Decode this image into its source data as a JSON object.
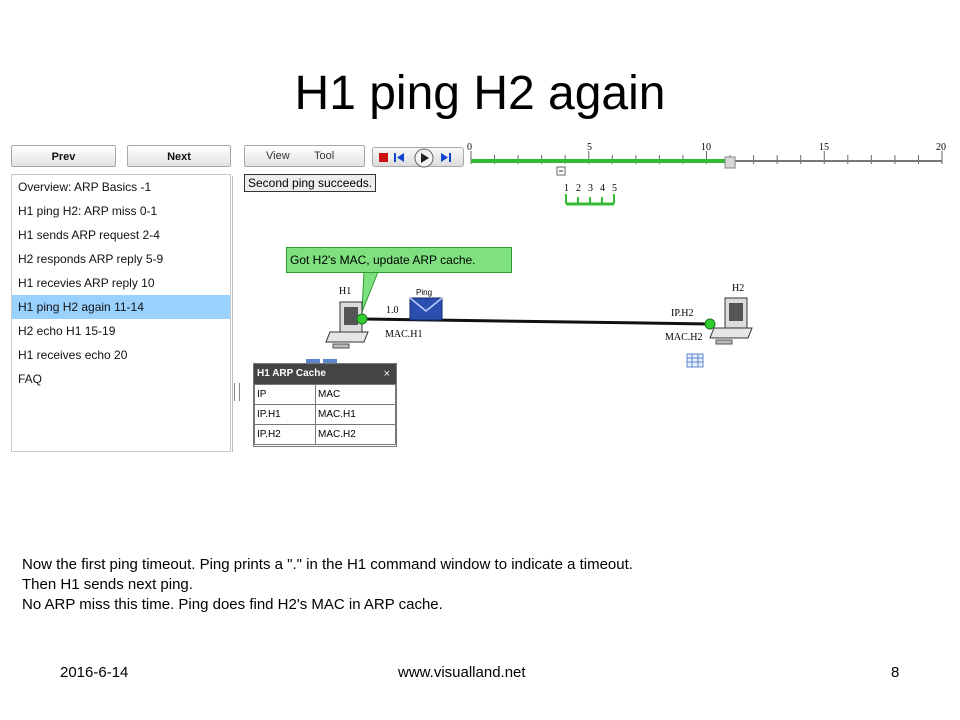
{
  "slide": {
    "title": "H1 ping H2 again",
    "description": [
      "Now the first ping timeout. Ping prints a \".\" in the H1 command window to indicate a timeout.",
      "Then H1 sends next ping.",
      "No ARP miss this time. Ping does find H2's MAC in ARP cache."
    ],
    "footer": {
      "date": "2016-6-14",
      "url": "www.visualland.net",
      "page": "8"
    }
  },
  "app": {
    "nav": {
      "prev": "Prev",
      "next": "Next"
    },
    "tabs": {
      "view": "View",
      "tool": "Tool"
    },
    "steps": [
      {
        "label": "Overview: ARP Basics -1",
        "selected": false
      },
      {
        "label": "H1 ping H2: ARP miss 0-1",
        "selected": false
      },
      {
        "label": "H1 sends ARP request 2-4",
        "selected": false
      },
      {
        "label": "H2 responds ARP reply 5-9",
        "selected": false
      },
      {
        "label": "H1 recevies ARP reply 10",
        "selected": false
      },
      {
        "label": "H1 ping H2 again 11-14",
        "selected": true
      },
      {
        "label": "H2 echo H1 15-19",
        "selected": false
      },
      {
        "label": "H1 receives echo 20",
        "selected": false
      },
      {
        "label": "FAQ",
        "selected": false
      }
    ],
    "timeline": {
      "major_labels": [
        "0",
        "5",
        "10",
        "15",
        "20"
      ],
      "min": 0,
      "max": 20,
      "progress": 11,
      "segment_labels": [
        "1",
        "2",
        "3",
        "4",
        "5"
      ],
      "collapse_symbol": "−"
    },
    "caption": "Second ping succeeds.",
    "network": {
      "callout": "Got H2's MAC, update ARP cache.",
      "h1_label": "H1",
      "h2_label": "H2",
      "h1_ip_partial": "1.0",
      "h1_mac": "MAC.H1",
      "h2_ip": "IP.H2",
      "h2_mac": "MAC.H2",
      "packet_label": "Ping"
    },
    "arp_cache": {
      "title": "H1 ARP Cache",
      "close": "×",
      "headers": [
        "IP",
        "MAC"
      ],
      "rows": [
        [
          "IP.H1",
          "MAC.H1"
        ],
        [
          "IP.H2",
          "MAC.H2"
        ]
      ]
    }
  },
  "colors": {
    "selected_step": "#99d1ff",
    "progress": "#33bb33",
    "callout": "#7ee07e"
  }
}
